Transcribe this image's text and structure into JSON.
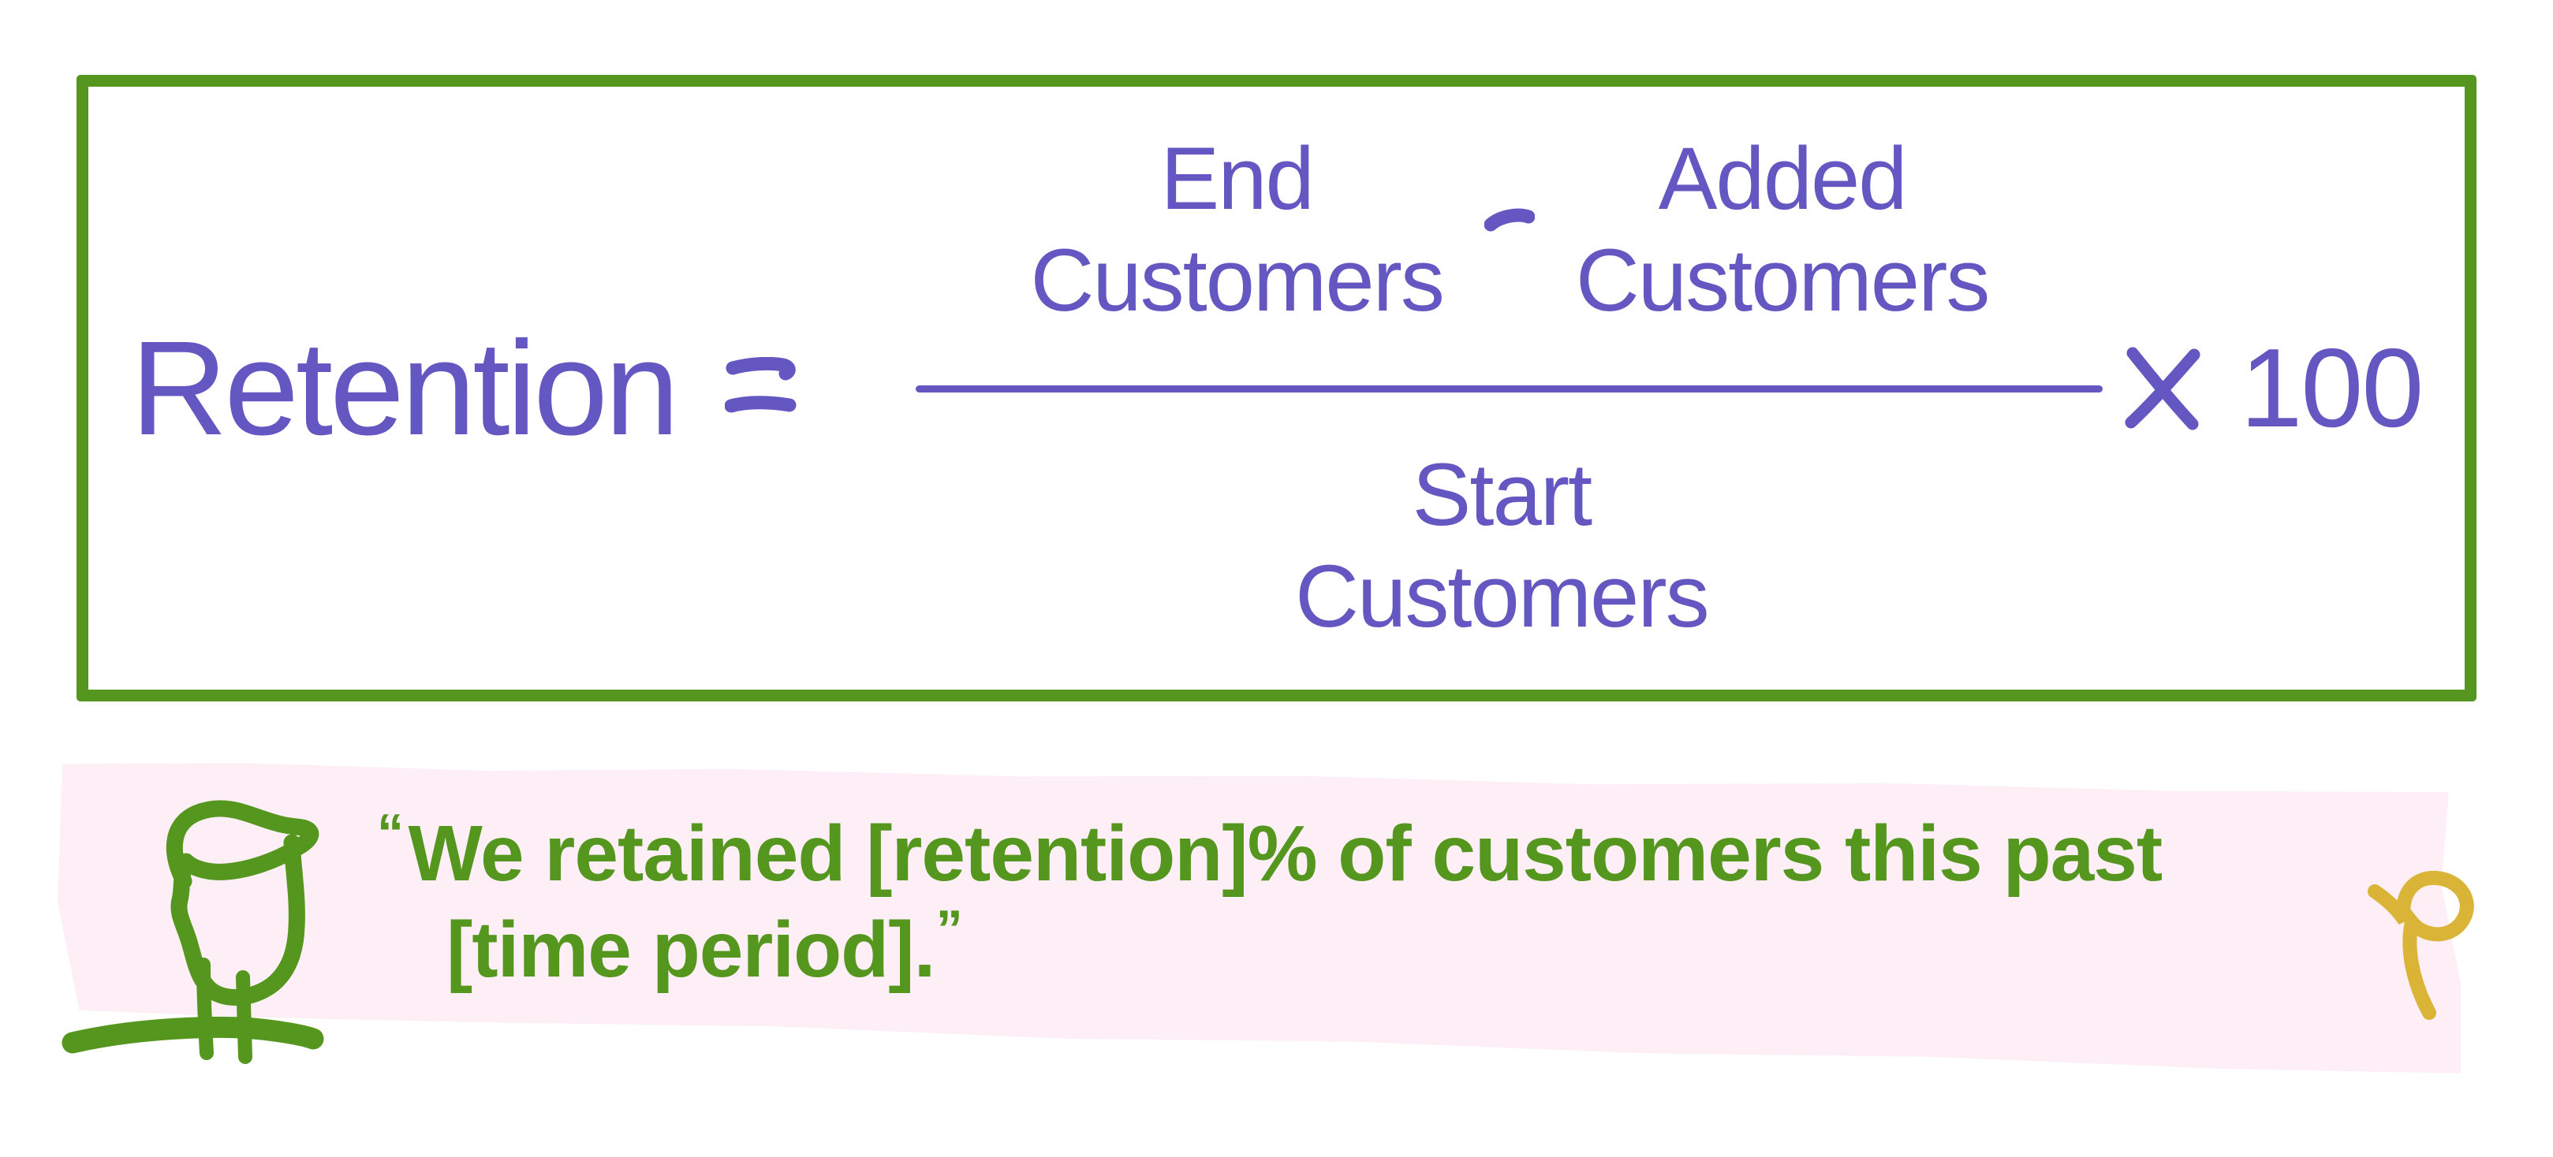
{
  "formula": {
    "result_label": "Retention",
    "equals_sign": "=",
    "numerator": {
      "left": {
        "line1": "End",
        "line2": "Customers"
      },
      "operator": "−",
      "right": {
        "line1": "Added",
        "line2": "Customers"
      }
    },
    "denominator": {
      "line1": "Start",
      "line2": "Customers"
    },
    "multiply_sign": "×",
    "multiplier": "100"
  },
  "quote": {
    "open_quote": "“",
    "line1": "We retained [retention]% of customers this past",
    "line2": "[time period].",
    "close_quote": "”"
  },
  "icons": {
    "person_head": "person-head-doodle-icon",
    "ground": "ground-stroke-icon",
    "ribbon": "ribbon-squiggle-icon",
    "equals": "equals-sign-icon",
    "minus": "minus-sign-icon",
    "multiply": "multiply-sign-icon"
  },
  "colors": {
    "purple": "#6457c2",
    "green": "#55961f",
    "pink": "#fdeff5",
    "yellow": "#d9b437",
    "background": "#ffffff"
  }
}
